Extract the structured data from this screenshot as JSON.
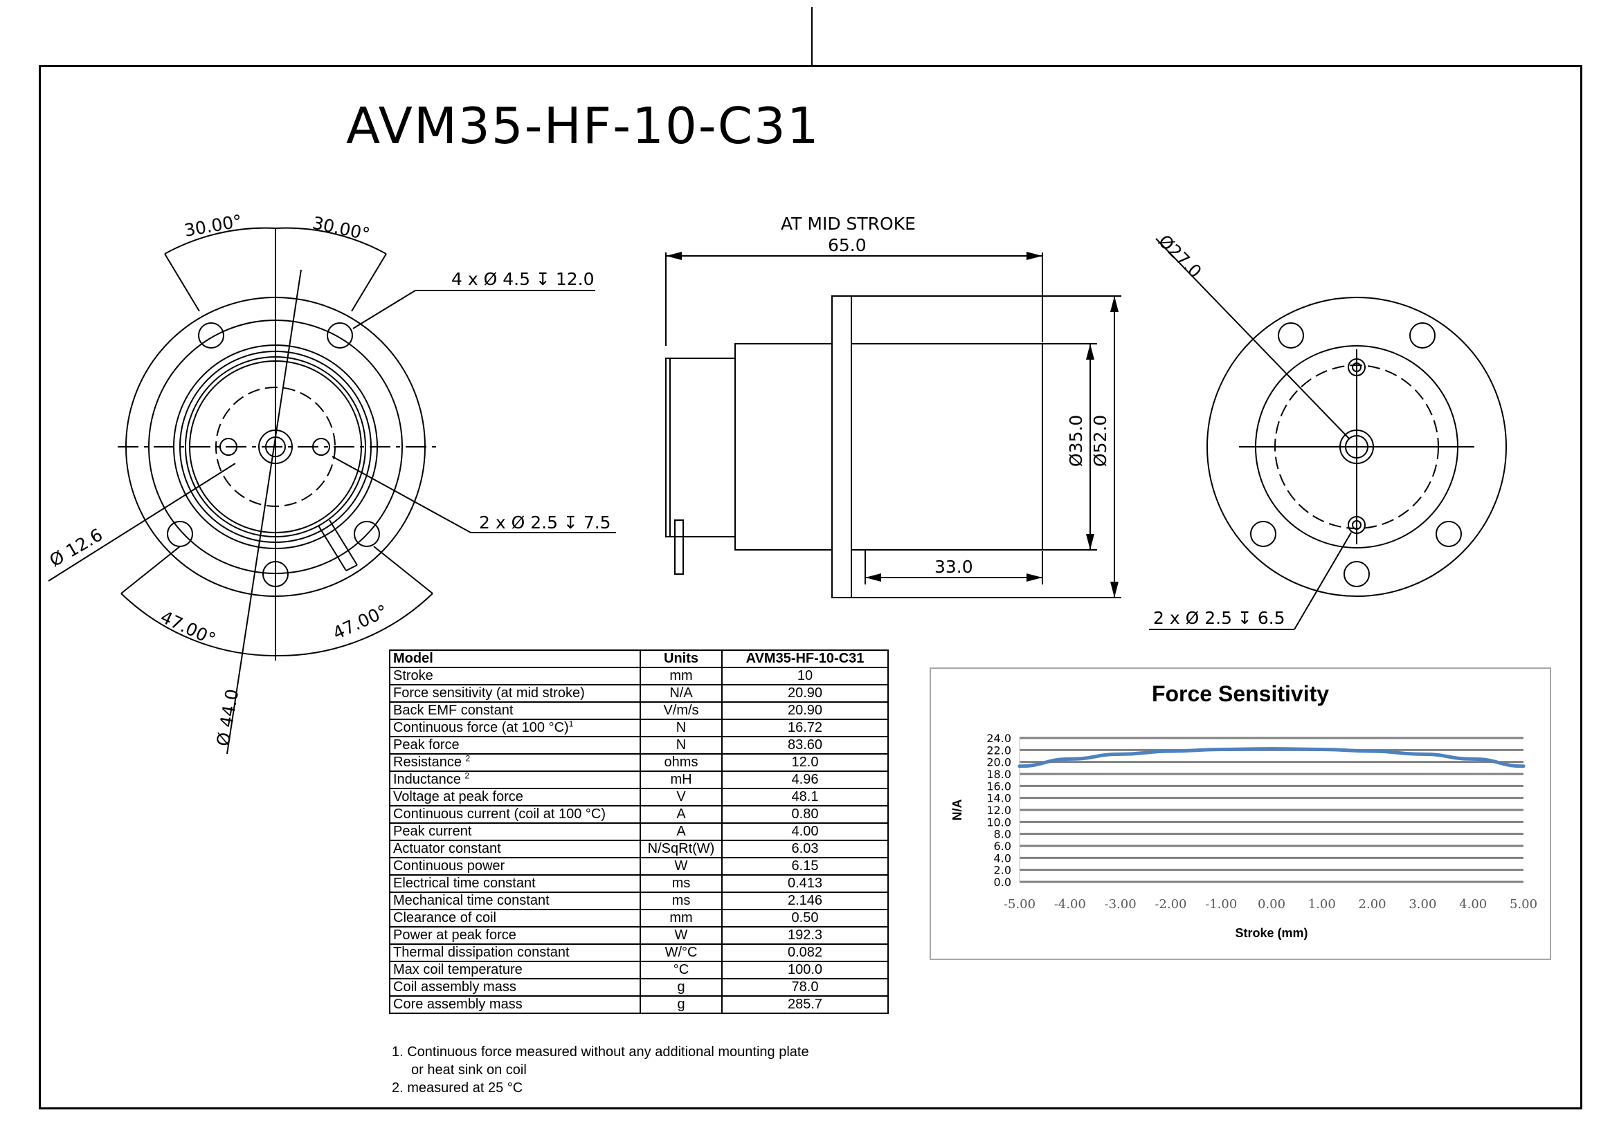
{
  "title": "AVM35-HF-10-C31",
  "dimensions": {
    "left_view": {
      "angle_a": "30.00°",
      "angle_b": "30.00°",
      "holes_4": "4 x Ø 4.5 ↧ 12.0",
      "holes_2": "2 x Ø 2.5 ↧ 7.5",
      "dia_small": "Ø 12.6",
      "angle_c": "47.00°",
      "angle_d": "47.00°",
      "dia_large": "Ø 44.0"
    },
    "side_view": {
      "label": "AT MID STROKE",
      "length_total": "65.0",
      "length_body": "33.0",
      "dia_body": "Ø35.0",
      "dia_flange": "Ø52.0"
    },
    "right_view": {
      "dia": "Ø27.0",
      "holes_2": "2 x Ø 2.5 ↧ 6.5"
    }
  },
  "spec_table": {
    "headers": [
      "Model",
      "Units",
      "AVM35-HF-10-C31"
    ],
    "rows": [
      {
        "param": "Stroke",
        "unit": "mm",
        "value": "10",
        "sup": ""
      },
      {
        "param": "Force sensitivity (at mid stroke)",
        "unit": "N/A",
        "value": "20.90",
        "sup": ""
      },
      {
        "param": "Back EMF constant",
        "unit": "V/m/s",
        "value": "20.90",
        "sup": ""
      },
      {
        "param": "Continuous force (at 100 °C)",
        "unit": "N",
        "value": "16.72",
        "sup": "1"
      },
      {
        "param": "Peak force",
        "unit": "N",
        "value": "83.60",
        "sup": ""
      },
      {
        "param": "Resistance ",
        "unit": "ohms",
        "value": "12.0",
        "sup": "2"
      },
      {
        "param": "Inductance ",
        "unit": "mH",
        "value": "4.96",
        "sup": "2"
      },
      {
        "param": "Voltage at peak force",
        "unit": "V",
        "value": "48.1",
        "sup": ""
      },
      {
        "param": "Continuous current (coil at 100 °C)",
        "unit": "A",
        "value": "0.80",
        "sup": ""
      },
      {
        "param": "Peak current",
        "unit": "A",
        "value": "4.00",
        "sup": ""
      },
      {
        "param": "Actuator constant",
        "unit": "N/SqRt(W)",
        "value": "6.03",
        "sup": ""
      },
      {
        "param": "Continuous power",
        "unit": "W",
        "value": "6.15",
        "sup": ""
      },
      {
        "param": "Electrical time constant",
        "unit": "ms",
        "value": "0.413",
        "sup": ""
      },
      {
        "param": "Mechanical time constant",
        "unit": "ms",
        "value": "2.146",
        "sup": ""
      },
      {
        "param": "Clearance of coil",
        "unit": "mm",
        "value": "0.50",
        "sup": ""
      },
      {
        "param": "Power at peak force",
        "unit": "W",
        "value": "192.3",
        "sup": ""
      },
      {
        "param": "Thermal dissipation constant",
        "unit": "W/°C",
        "value": "0.082",
        "sup": ""
      },
      {
        "param": "Max coil temperature",
        "unit": "°C",
        "value": "100.0",
        "sup": ""
      },
      {
        "param": "Coil assembly mass",
        "unit": "g",
        "value": "78.0",
        "sup": ""
      },
      {
        "param": "Core assembly mass",
        "unit": "g",
        "value": "285.7",
        "sup": ""
      }
    ]
  },
  "notes": [
    "1. Continuous force measured without any additional mounting plate",
    "or heat sink on coil",
    "2. measured at 25 °C"
  ],
  "chart_data": {
    "type": "line",
    "title": "Force Sensitivity",
    "xlabel": "Stroke (mm)",
    "ylabel": "N/A",
    "xlim": [
      -5,
      5
    ],
    "ylim": [
      0,
      24
    ],
    "x_tick_labels": [
      "-5.00",
      "-4.00",
      "-3.00",
      "-2.00",
      "-1.00",
      "0.00",
      "1.00",
      "2.00",
      "3.00",
      "4.00",
      "5.00"
    ],
    "y_tick_labels": [
      "24.0",
      "22.0",
      "20.0",
      "18.0",
      "16.0",
      "14.0",
      "12.0",
      "10.0",
      "8.0",
      "6.0",
      "4.0",
      "2.0",
      "0.0"
    ],
    "grid": true,
    "series": [
      {
        "color": "#4f81bd",
        "x": [
          -5,
          -4,
          -3,
          -2,
          -1,
          0,
          1,
          2,
          3,
          4,
          5
        ],
        "y": [
          19.3,
          20.5,
          21.3,
          21.8,
          22.1,
          22.2,
          22.1,
          21.8,
          21.3,
          20.5,
          19.3
        ]
      }
    ]
  }
}
